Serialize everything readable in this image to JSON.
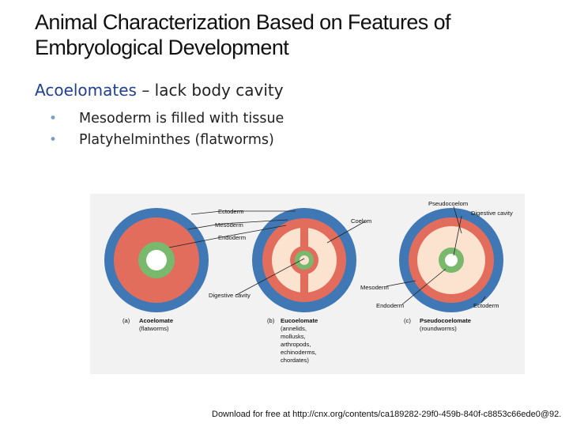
{
  "title": "Animal Characterization Based on Features of Embryological Development",
  "subhead": {
    "term": "Acoelomates",
    "rest": " – lack body cavity"
  },
  "bullets": [
    "Mesoderm is filled with tissue",
    "Platyhelminthes (flatworms)"
  ],
  "figure": {
    "colors": {
      "ectoderm": "#3f78b5",
      "mesoderm": "#e36d5d",
      "endoderm": "#79b96d",
      "cavity": "#fbe3cf",
      "background": "#f2f2f2"
    },
    "labels": {
      "ectoderm": "Ectoderm",
      "mesoderm": "Mesoderm",
      "endoderm": "Endoderm",
      "digestive_cavity": "Digestive cavity",
      "coelom": "Coelom",
      "pseudocoelom": "Pseudocoelom",
      "mesoderm_c": "Mesoderm",
      "endoderm_c": "Endoderm",
      "ectoderm_c": "Ectoderm",
      "digestive_cavity_c": "Digestive cavity"
    },
    "panels": [
      {
        "letter": "(a)",
        "name": "Acoelomate",
        "examples": [
          "(flatworms)"
        ]
      },
      {
        "letter": "(b)",
        "name": "Eucoelomate",
        "examples": [
          "(annelids,",
          "mollusks,",
          "arthropods,",
          "echinoderms,",
          "chordates)"
        ]
      },
      {
        "letter": "(c)",
        "name": "Pseudocoelomate",
        "examples": [
          "(roundworms)"
        ]
      }
    ]
  },
  "footer": "Download for free at http://cnx.org/contents/ca189282-29f0-459b-840f-c8853c66ede0@92."
}
